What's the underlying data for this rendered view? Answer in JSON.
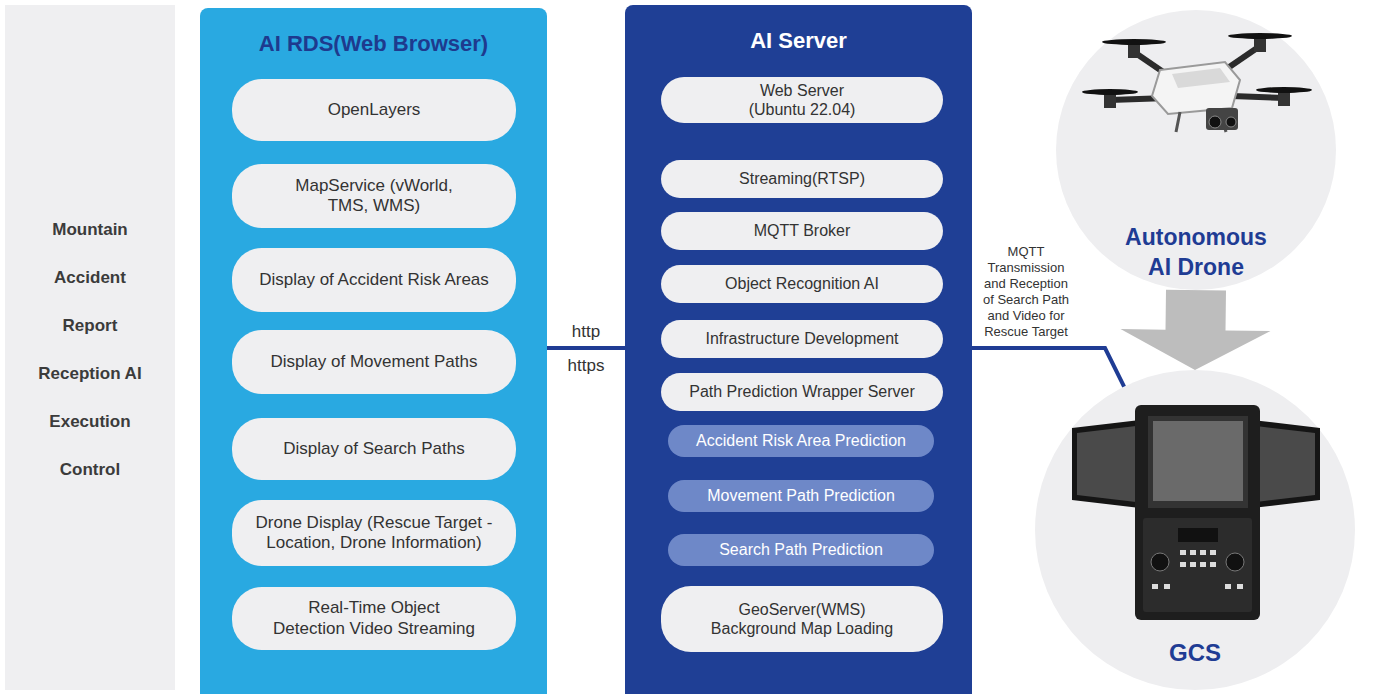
{
  "diagram": {
    "nodes": [
      {
        "text": [
          "Mountain Accident Report Reception AI Execution Control"
        ]
      },
      {
        "text": [
          "AI RDS(Web Browser)"
        ]
      },
      {
        "text": [
          "OpenLayers"
        ],
        "in": 1
      },
      {
        "text": [
          "MapService (vWorld, TMS, WMS)"
        ],
        "in": 1
      },
      {
        "text": [
          "Display of Accident Risk Areas"
        ],
        "in": 1
      },
      {
        "text": [
          "Display of Movement Paths"
        ],
        "in": 1
      },
      {
        "text": [
          "Display of Search Paths"
        ],
        "in": 1
      },
      {
        "text": [
          "Drone Display (Rescue Target -Location, Drone Information)"
        ],
        "in": 1
      },
      {
        "text": [
          "Real-Time Object Detection Video Streaming"
        ],
        "in": 1
      },
      {
        "text": [
          "AI Server"
        ]
      },
      {
        "text": [
          "Web Server (Ubuntu 22.04)"
        ],
        "in": 9
      },
      {
        "text": [
          "Streaming(RTSP)"
        ],
        "in": 9
      },
      {
        "text": [
          "MQTT Broker"
        ],
        "in": 9
      },
      {
        "text": [
          "Object Recognition AI"
        ],
        "in": 9
      },
      {
        "text": [
          "Infrastructure Development"
        ],
        "in": 9
      },
      {
        "text": [
          "Path Prediction Wrapper Server"
        ],
        "in": 9
      },
      {
        "text": [
          "Accident Risk Area Prediction"
        ],
        "in": 9
      },
      {
        "text": [
          "Movement Path Prediction"
        ],
        "in": 9
      },
      {
        "text": [
          "Search Path Prediction"
        ],
        "in": 9
      },
      {
        "text": [
          "GeoServer(WMS) Background Map Loading"
        ],
        "in": 9
      },
      {
        "text": [
          "Autonomous AI Drone"
        ]
      },
      {
        "text": [
          "GCS"
        ]
      }
    ],
    "edges": [
      {
        "from": 1,
        "to": 9,
        "arrow": "none",
        "label": "http"
      },
      {
        "from": 9,
        "to": 21,
        "arrow": "none",
        "label": "MQTT Transmission and Reception of Search Path and Video for Rescue Target"
      },
      {
        "from": 20,
        "to": 21,
        "arrow": "to"
      }
    ],
    "labels": [
      "https"
    ]
  }
}
